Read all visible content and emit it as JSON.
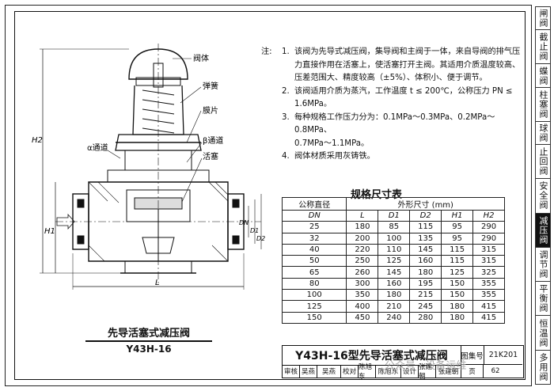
{
  "side_tabs": [
    {
      "label": "闸阀",
      "active": false
    },
    {
      "label": "截止阀",
      "active": false
    },
    {
      "label": "蝶阀",
      "active": false
    },
    {
      "label": "柱塞阀",
      "active": false
    },
    {
      "label": "球阀",
      "active": false
    },
    {
      "label": "止回阀",
      "active": false
    },
    {
      "label": "安全阀",
      "active": false
    },
    {
      "label": "减压阀",
      "active": true
    },
    {
      "label": "调节阀",
      "active": false
    },
    {
      "label": "平衡阀",
      "active": false
    },
    {
      "label": "恒温阀",
      "active": false
    },
    {
      "label": "多用阀",
      "active": false
    }
  ],
  "drawing": {
    "labels": {
      "body": "阀体",
      "spring": "弹簧",
      "diaphragm": "膜片",
      "alpha_channel": "α通道",
      "beta_channel": "β通道",
      "piston": "活塞",
      "dn": "DN",
      "d1": "D1",
      "d2": "D2",
      "h1": "H1",
      "h2": "H2",
      "l": "L"
    },
    "title": "先导活塞式减压阀",
    "model": "Y43H-16"
  },
  "notes": {
    "label": "注:",
    "items": [
      {
        "num": "1.",
        "lines": [
          "该阀为先导式减压阀，集导阀和主阀于一体，来自导阀的排气压",
          "力直接作用在活塞上，使活塞打开主阀。其适用介质温度较高、",
          "压差范围大、精度较高（±5%）、体积小、便于调节。"
        ]
      },
      {
        "num": "2.",
        "lines": [
          "该阀适用介质为蒸汽，工作温度 t ≤ 200℃，公称压力 PN ≤ 1.6MPa。"
        ]
      },
      {
        "num": "3.",
        "lines": [
          "每种规格工作压力分为：0.1MPa～0.3MPa、0.2MPa～0.8MPa、",
          "0.7MPa～1.1MPa。"
        ]
      },
      {
        "num": "4.",
        "lines": [
          "阀体材质采用灰铸铁。"
        ]
      }
    ]
  },
  "spec_table": {
    "title": "规格尺寸表",
    "header_nominal": "公称直径",
    "header_outer": "外形尺寸 (mm)",
    "columns": [
      "DN",
      "L",
      "D1",
      "D2",
      "H1",
      "H2"
    ],
    "rows": [
      [
        "25",
        "180",
        "85",
        "115",
        "95",
        "290"
      ],
      [
        "32",
        "200",
        "100",
        "135",
        "95",
        "290"
      ],
      [
        "40",
        "220",
        "110",
        "145",
        "115",
        "315"
      ],
      [
        "50",
        "250",
        "125",
        "160",
        "115",
        "315"
      ],
      [
        "65",
        "260",
        "145",
        "180",
        "125",
        "325"
      ],
      [
        "80",
        "300",
        "160",
        "195",
        "150",
        "355"
      ],
      [
        "100",
        "350",
        "180",
        "215",
        "150",
        "355"
      ],
      [
        "125",
        "400",
        "210",
        "245",
        "180",
        "415"
      ],
      [
        "150",
        "450",
        "240",
        "280",
        "180",
        "415"
      ]
    ]
  },
  "title_block": {
    "title": "Y43H-16型先导活塞式减压阀",
    "atlas_label": "图集号",
    "atlas_value": "21K201",
    "row2": [
      "审核",
      "吴燕",
      "吴燕",
      "校对",
      "陈旭东",
      "陈旭东",
      "设计",
      "张建朝",
      "张建朝",
      "页",
      "62"
    ]
  },
  "watermark": "公众号 · 设备运维"
}
